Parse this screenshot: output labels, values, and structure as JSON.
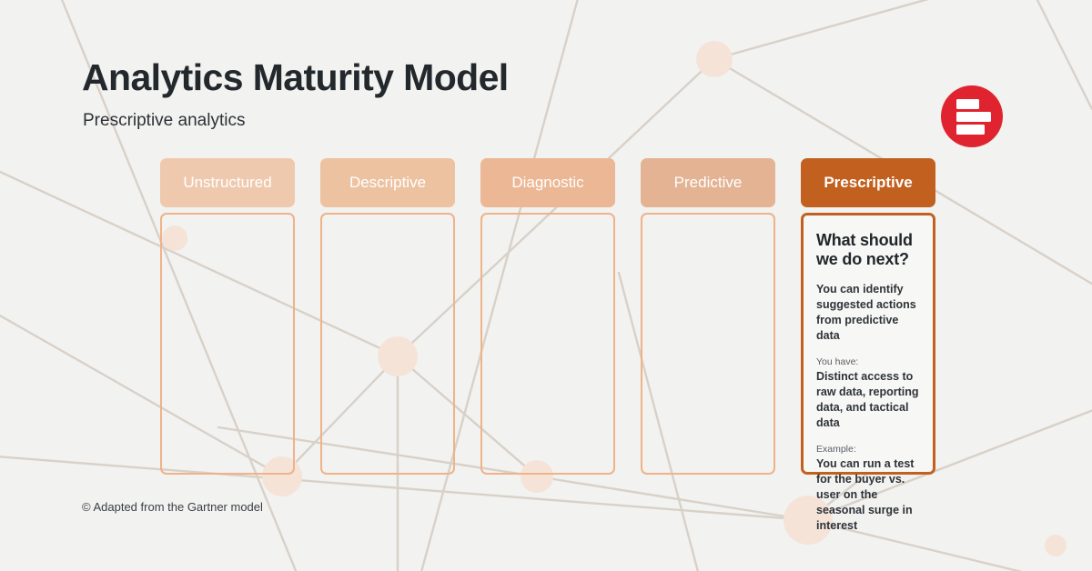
{
  "header": {
    "title": "Analytics Maturity Model",
    "subtitle": "Prescriptive analytics",
    "logo_icon": "bar-chart-logo-icon"
  },
  "colors": {
    "background": "#F2F2F0",
    "logo_red": "#E0242F",
    "active_header": "#C2611F",
    "active_border": "#C2611F",
    "inactive_border": "#EFB289",
    "network_line": "#D8D1C8",
    "network_node": "#F5E3D8"
  },
  "stages": [
    {
      "label": "Unstructured",
      "header_color": "#EFC9AD",
      "active": false
    },
    {
      "label": "Descriptive",
      "header_color": "#EDC2A1",
      "active": false
    },
    {
      "label": "Diagnostic",
      "header_color": "#EBB795",
      "active": false
    },
    {
      "label": "Predictive",
      "header_color": "#E3B393",
      "active": false
    },
    {
      "label": "Prescriptive",
      "header_color": "#C2611F",
      "active": true
    }
  ],
  "active_card": {
    "heading": "What should we do next?",
    "lede": "You can identify suggested actions from predictive data",
    "have_kicker": "You have:",
    "have_text": "Distinct access to raw data, reporting data, and tactical data",
    "example_kicker": "Example:",
    "example_text": "You can run a test for the buyer vs. user on the seasonal surge in interest"
  },
  "footer": {
    "note": "© Adapted from the Gartner model"
  }
}
